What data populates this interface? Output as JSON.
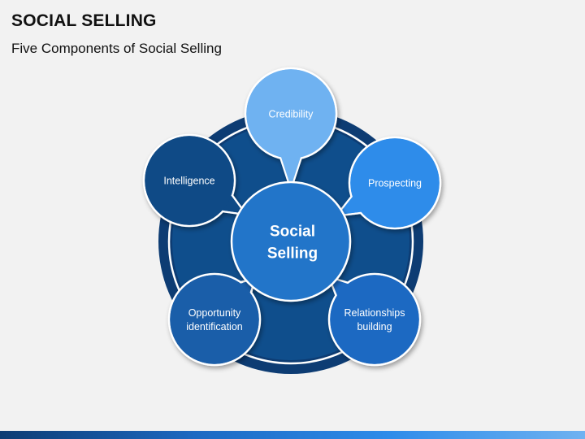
{
  "header": {
    "title": "SOCIAL SELLING",
    "subtitle": "Five Components of Social Selling"
  },
  "hub": {
    "lines": [
      "Social",
      "Selling"
    ]
  },
  "components": [
    {
      "key": "credibility",
      "lines": [
        "Credibility"
      ],
      "color": "#6fb2f1"
    },
    {
      "key": "prospecting",
      "lines": [
        "Prospecting"
      ],
      "color": "#2e8cea"
    },
    {
      "key": "relationships",
      "lines": [
        "Relationships",
        "building"
      ],
      "color": "#1c69c2"
    },
    {
      "key": "opportunity",
      "lines": [
        "Opportunity",
        "identification"
      ],
      "color": "#1a5ea9"
    },
    {
      "key": "intelligence",
      "lines": [
        "Intelligence"
      ],
      "color": "#0f4a86"
    }
  ],
  "colors": {
    "background": "#f2f2f2",
    "ring_outer": "#0d3c73",
    "ring_inner": "#0f4e8c",
    "hub": "#2175c9",
    "bar": [
      "#0d3c73",
      "#1c69c2",
      "#2e8cea",
      "#6fb2f1"
    ]
  }
}
